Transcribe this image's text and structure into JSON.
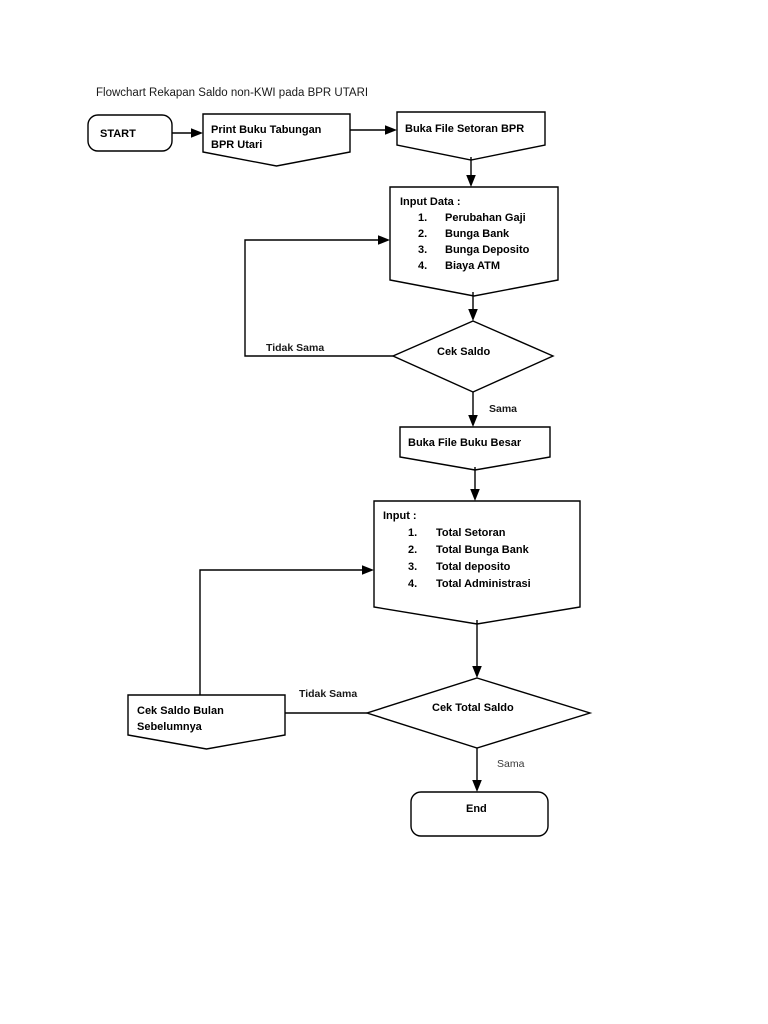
{
  "document": {
    "title": "Flowchart Rekapan Saldo non-KWI pada BPR UTARI",
    "background_color": "#ffffff",
    "line_color": "#000000",
    "text_color": "#000000"
  },
  "nodes": {
    "start": {
      "label": "START",
      "shape": "terminator"
    },
    "print_buku": {
      "line1": "Print Buku Tabungan",
      "line2": "BPR Utari",
      "shape": "document"
    },
    "buka_setoran": {
      "label": "Buka File Setoran BPR",
      "shape": "document"
    },
    "input_data": {
      "heading": "Input Data :",
      "shape": "document",
      "items": [
        {
          "num": "1.",
          "text": "Perubahan Gaji"
        },
        {
          "num": "2.",
          "text": "Bunga Bank"
        },
        {
          "num": "3.",
          "text": "Bunga Deposito"
        },
        {
          "num": "4.",
          "text": "Biaya ATM"
        }
      ]
    },
    "cek_saldo": {
      "label": "Cek Saldo",
      "shape": "decision"
    },
    "buka_buku_besar": {
      "label": "Buka File Buku Besar",
      "shape": "document"
    },
    "input_total": {
      "heading": "Input :",
      "shape": "document",
      "items": [
        {
          "num": "1.",
          "text": "Total Setoran"
        },
        {
          "num": "2.",
          "text": "Total Bunga Bank"
        },
        {
          "num": "3.",
          "text": "Total deposito"
        },
        {
          "num": "4.",
          "text": "Total Administrasi"
        }
      ]
    },
    "cek_total_saldo": {
      "label": "Cek Total Saldo",
      "shape": "decision"
    },
    "cek_saldo_bulan": {
      "line1": "Cek Saldo Bulan",
      "line2": "Sebelumnya",
      "shape": "document"
    },
    "end": {
      "label": "End",
      "shape": "terminator"
    }
  },
  "edge_labels": {
    "tidak_sama_1": "Tidak Sama",
    "sama_1": "Sama",
    "tidak_sama_2": "Tidak Sama",
    "sama_2": "Sama"
  }
}
